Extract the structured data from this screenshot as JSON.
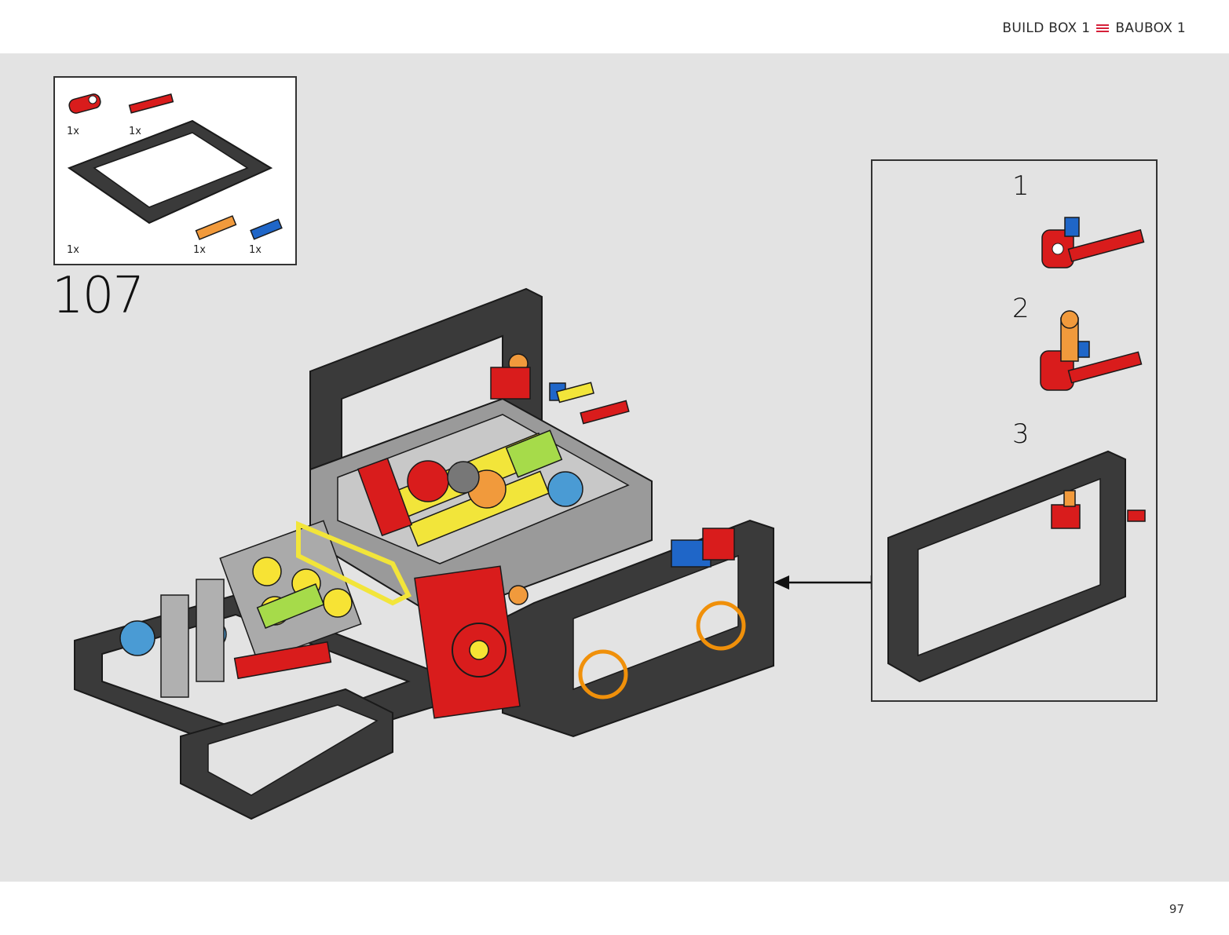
{
  "header": {
    "left_label": "BUILD BOX 1",
    "right_label": "BAUBOX 1",
    "separator_icon": "hamburger-icon",
    "accent": "#d6213a"
  },
  "parts_list": [
    {
      "qty": "1x",
      "part": "red-connector"
    },
    {
      "qty": "1x",
      "part": "red-axle-pin"
    },
    {
      "qty": "1x",
      "part": "dark-grey-frame"
    },
    {
      "qty": "1x",
      "part": "orange-pin"
    },
    {
      "qty": "1x",
      "part": "blue-pin"
    }
  ],
  "step": {
    "number": "107"
  },
  "substeps": [
    {
      "number": "1"
    },
    {
      "number": "2"
    },
    {
      "number": "3"
    }
  ],
  "callout": {
    "color": "#f0900a",
    "count": 2
  },
  "footer": {
    "page_number": "97"
  }
}
